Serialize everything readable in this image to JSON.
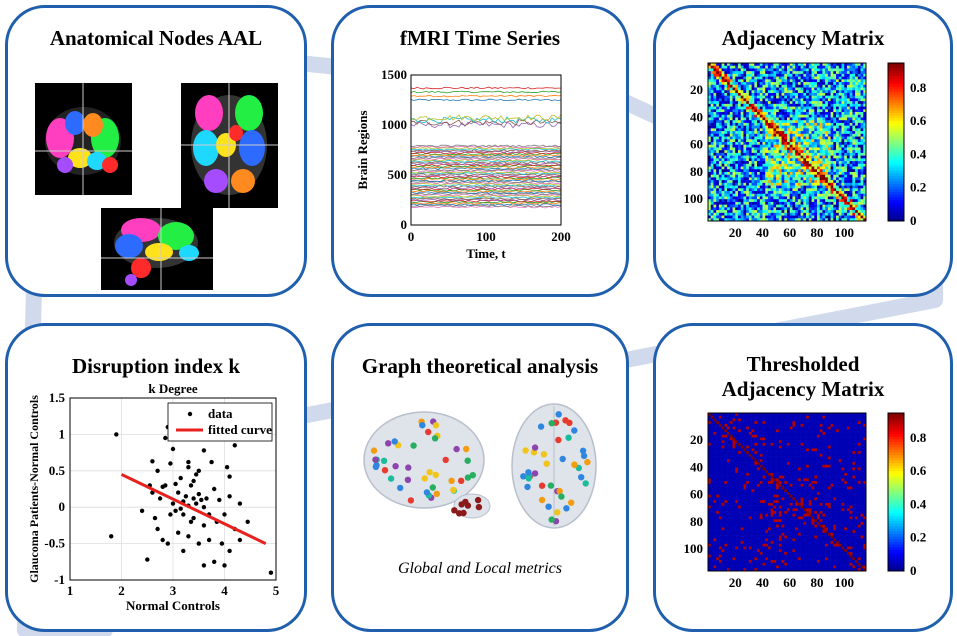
{
  "colors": {
    "border": "#1f5fae",
    "arrow": "#c9d4ea",
    "fit": "#e8211f"
  },
  "panels": {
    "anatomical": {
      "title": "Anatomical Nodes AAL"
    },
    "fmri": {
      "title": "fMRI Time Series"
    },
    "adjacency": {
      "title": "Adjacency Matrix"
    },
    "disruption": {
      "title": "Disruption index k"
    },
    "graph": {
      "title": "Graph theoretical analysis",
      "caption": "Global and Local metrics"
    },
    "thresholded": {
      "title_line1": "Thresholded",
      "title_line2": "Adjacency Matrix"
    }
  },
  "chart_data": [
    {
      "id": "fmri",
      "type": "line",
      "ylabel": "Brain Regions",
      "xlabel": "Time, t",
      "xlim": [
        0,
        200
      ],
      "ylim": [
        0,
        1500
      ],
      "xticks": [
        "0",
        "100",
        "200"
      ],
      "yticks": [
        "0",
        "500",
        "1000",
        "1500"
      ]
    },
    {
      "id": "adjacency",
      "type": "heatmap",
      "xticks": [
        "20",
        "40",
        "60",
        "80",
        "100"
      ],
      "yticks": [
        "20",
        "40",
        "60",
        "80",
        "100"
      ],
      "colorbar_ticks": [
        "0",
        "0.2",
        "0.4",
        "0.6",
        "0.8"
      ],
      "colorbar_range": [
        0,
        0.95
      ]
    },
    {
      "id": "k",
      "type": "scatter",
      "title": "k Degree",
      "xlabel": "Normal Controls",
      "ylabel": "Glaucoma Patients-Normal Controls",
      "xlim": [
        1,
        5
      ],
      "ylim": [
        -1,
        1.5
      ],
      "xticks": [
        "1",
        "2",
        "3",
        "4",
        "5"
      ],
      "yticks": [
        "-1",
        "-0.5",
        "0",
        "0.5",
        "1",
        "1.5"
      ],
      "legend": [
        "data",
        "fitted curve"
      ],
      "fit": {
        "x": [
          2,
          4.8
        ],
        "y": [
          0.45,
          -0.5
        ]
      },
      "points": [
        [
          1.9,
          1.0
        ],
        [
          2.9,
          1.1
        ],
        [
          2.85,
          0.95
        ],
        [
          3.0,
          0.8
        ],
        [
          3.7,
          0.95
        ],
        [
          3.6,
          0.78
        ],
        [
          4.2,
          0.85
        ],
        [
          2.6,
          0.63
        ],
        [
          2.95,
          0.6
        ],
        [
          3.3,
          0.62
        ],
        [
          3.75,
          0.62
        ],
        [
          4.05,
          0.55
        ],
        [
          2.7,
          0.5
        ],
        [
          3.15,
          0.4
        ],
        [
          3.4,
          0.36
        ],
        [
          2.55,
          0.3
        ],
        [
          2.8,
          0.28
        ],
        [
          3.45,
          0.45
        ],
        [
          4.1,
          0.15
        ],
        [
          4.3,
          0.05
        ],
        [
          3.35,
          0.3
        ],
        [
          3.1,
          0.2
        ],
        [
          3.5,
          0.18
        ],
        [
          3.25,
          0.15
        ],
        [
          3.4,
          0.12
        ],
        [
          3.55,
          0.1
        ],
        [
          3.2,
          0.08
        ],
        [
          3.45,
          0.05
        ],
        [
          3.6,
          0.0
        ],
        [
          3.3,
          0.02
        ],
        [
          3.15,
          -0.02
        ],
        [
          3.05,
          -0.05
        ],
        [
          2.95,
          -0.1
        ],
        [
          3.65,
          0.12
        ],
        [
          3.8,
          0.25
        ],
        [
          3.9,
          0.1
        ],
        [
          2.75,
          0.12
        ],
        [
          2.6,
          0.2
        ],
        [
          4.45,
          -0.2
        ],
        [
          4.2,
          -0.3
        ],
        [
          3.7,
          -0.45
        ],
        [
          3.5,
          -0.5
        ],
        [
          2.7,
          -0.3
        ],
        [
          2.8,
          -0.45
        ],
        [
          2.9,
          -0.5
        ],
        [
          3.1,
          -0.35
        ],
        [
          3.3,
          -0.4
        ],
        [
          3.6,
          -0.25
        ],
        [
          3.95,
          -0.5
        ],
        [
          4.1,
          -0.6
        ],
        [
          3.8,
          -0.75
        ],
        [
          3.6,
          -0.8
        ],
        [
          4.0,
          -0.8
        ],
        [
          2.5,
          -0.72
        ],
        [
          3.2,
          -0.6
        ],
        [
          4.3,
          -0.45
        ],
        [
          1.8,
          -0.4
        ],
        [
          4.9,
          -0.9
        ],
        [
          3.35,
          -0.2
        ],
        [
          2.65,
          -0.15
        ],
        [
          3.0,
          0.05
        ],
        [
          3.7,
          -0.1
        ],
        [
          3.85,
          -0.2
        ],
        [
          4.0,
          -0.1
        ],
        [
          3.2,
          -0.1
        ],
        [
          3.4,
          -0.15
        ],
        [
          2.85,
          0.3
        ],
        [
          3.05,
          0.32
        ],
        [
          3.5,
          0.5
        ],
        [
          3.3,
          0.55
        ],
        [
          4.1,
          0.42
        ],
        [
          2.4,
          -0.05
        ]
      ]
    },
    {
      "id": "thresholded",
      "type": "heatmap",
      "xticks": [
        "20",
        "40",
        "60",
        "80",
        "100"
      ],
      "yticks": [
        "20",
        "40",
        "60",
        "80",
        "100"
      ],
      "colorbar_ticks": [
        "0",
        "0.2",
        "0.4",
        "0.6",
        "0.8"
      ],
      "colorbar_range": [
        0,
        0.95
      ]
    }
  ]
}
